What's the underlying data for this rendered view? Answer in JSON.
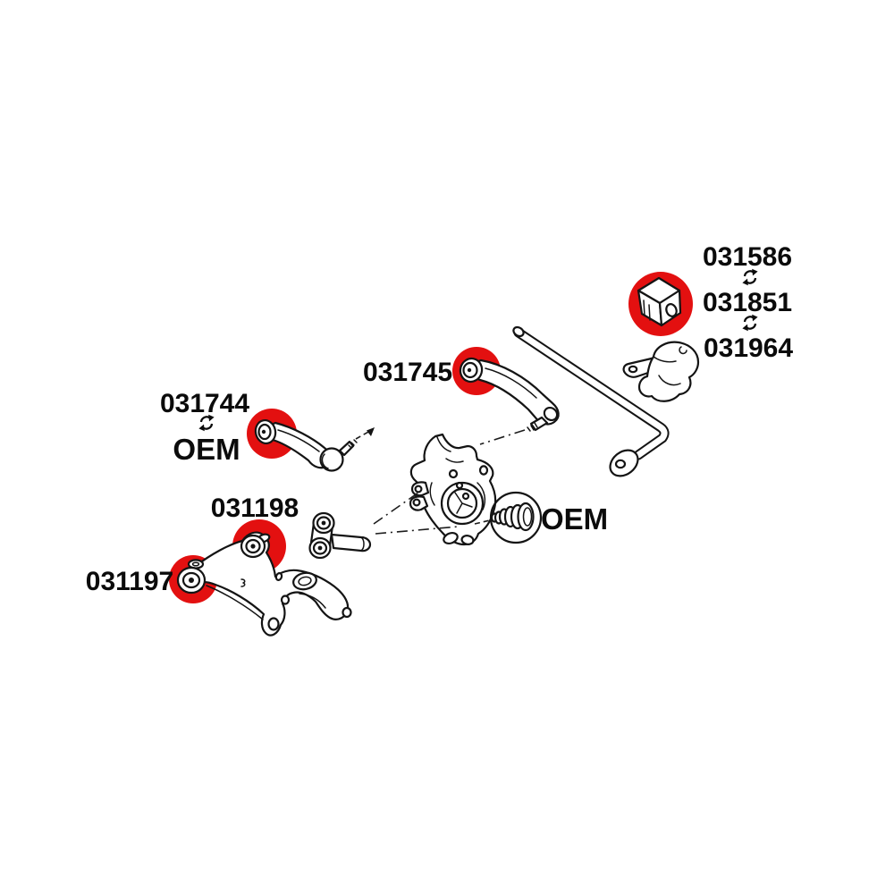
{
  "diagram": {
    "description": "Rear suspension parts diagram with highlighted polyurethane bushings",
    "background_color": "#ffffff",
    "line_color": "#141414",
    "highlight_color": "#e31010"
  },
  "callouts": {
    "sway_bar_bushing": {
      "parts": [
        "031586",
        "031851",
        "031964"
      ],
      "separator_icon": "swap-arrows-icon"
    },
    "upper_arm_bushing": {
      "part": "031745"
    },
    "toe_link_bushing": {
      "part": "031744",
      "alternative": "OEM",
      "separator_icon": "swap-arrows-icon"
    },
    "lower_arm_front_bushing": {
      "part": "031198"
    },
    "lower_arm_rear_bushing": {
      "part": "031197"
    },
    "driveshaft_boot": {
      "label": "OEM"
    }
  },
  "icons": {
    "swap_arrows": {
      "name": "swap-arrows-icon",
      "unicode_hint": "⟳⟲"
    }
  }
}
